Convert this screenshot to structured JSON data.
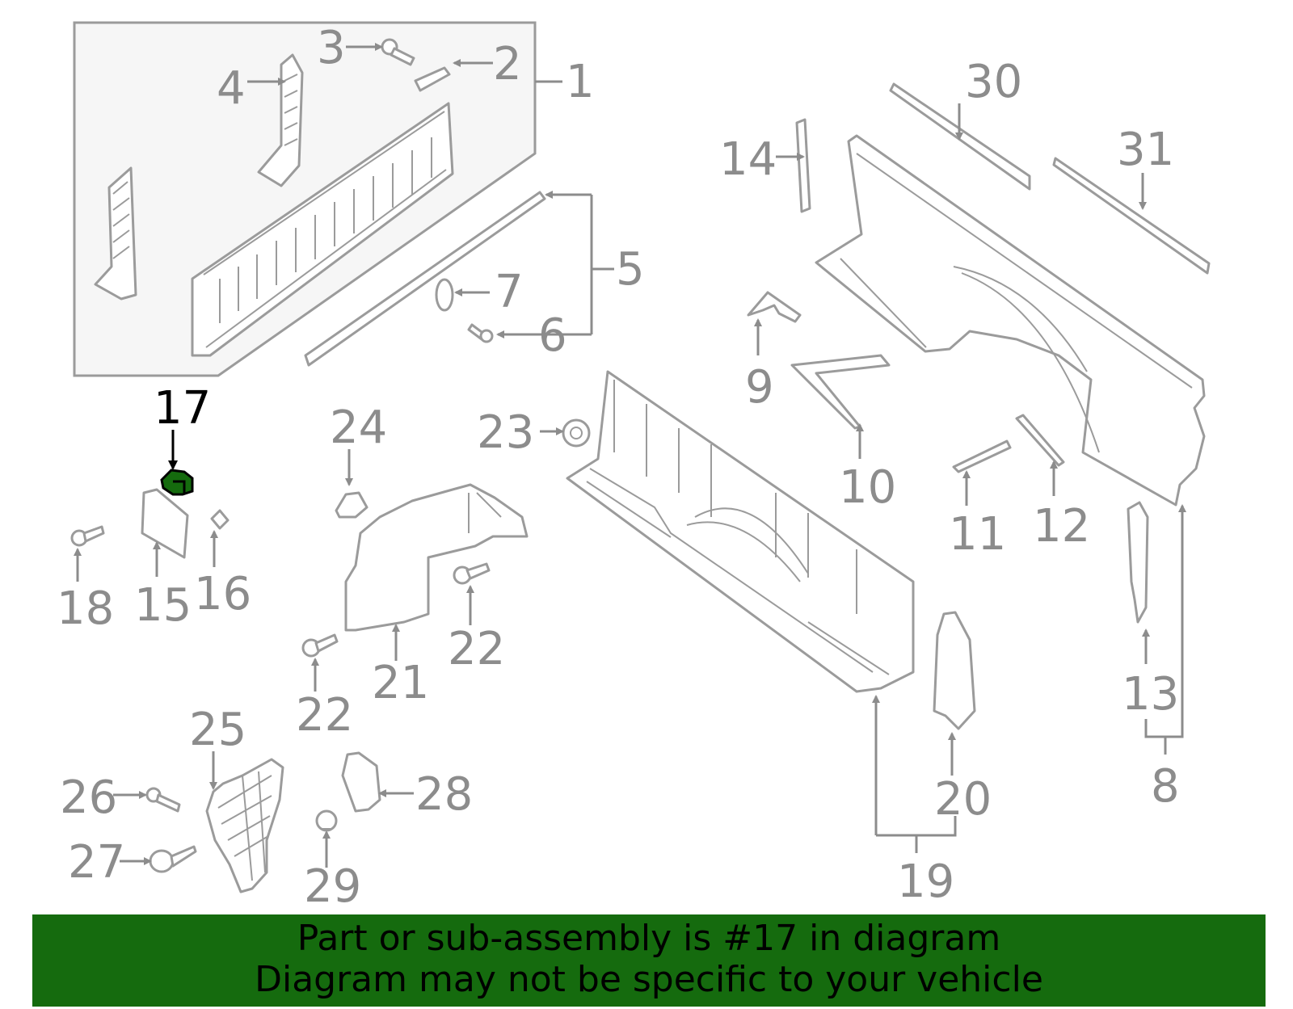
{
  "diagram": {
    "highlighted_part": "17",
    "highlight_color": "#156b0e",
    "line_color": "#9b9b9b",
    "callouts": [
      "1",
      "2",
      "3",
      "4",
      "5",
      "6",
      "7",
      "8",
      "9",
      "10",
      "11",
      "12",
      "13",
      "14",
      "15",
      "16",
      "17",
      "18",
      "19",
      "20",
      "21",
      "22",
      "22",
      "23",
      "24",
      "25",
      "26",
      "27",
      "28",
      "29",
      "30",
      "31"
    ]
  },
  "banner": {
    "line1": "Part or sub-assembly is #17 in diagram",
    "line2": "Diagram may not be specific to your vehicle"
  }
}
